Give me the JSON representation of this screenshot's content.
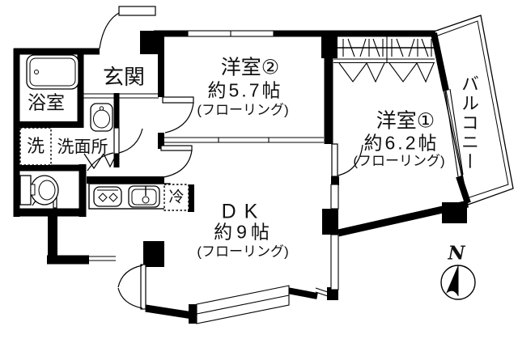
{
  "labels": {
    "genkan": "玄関",
    "bathroom": "浴室",
    "washer": "洗",
    "washroom": "洗面所",
    "fridge": "冷",
    "balcony": "バルコニー",
    "north": "N"
  },
  "rooms": {
    "western2": {
      "name": "洋室②",
      "size": "約5.7帖",
      "floor": "(フローリング)"
    },
    "western1": {
      "name": "洋室①",
      "size": "約6.2帖",
      "floor": "(フローリング)"
    },
    "dk": {
      "name": "DK",
      "size": "約9帖",
      "floor": "(フローリング)"
    }
  },
  "colors": {
    "background": "#ffffff",
    "line": "#000000"
  }
}
